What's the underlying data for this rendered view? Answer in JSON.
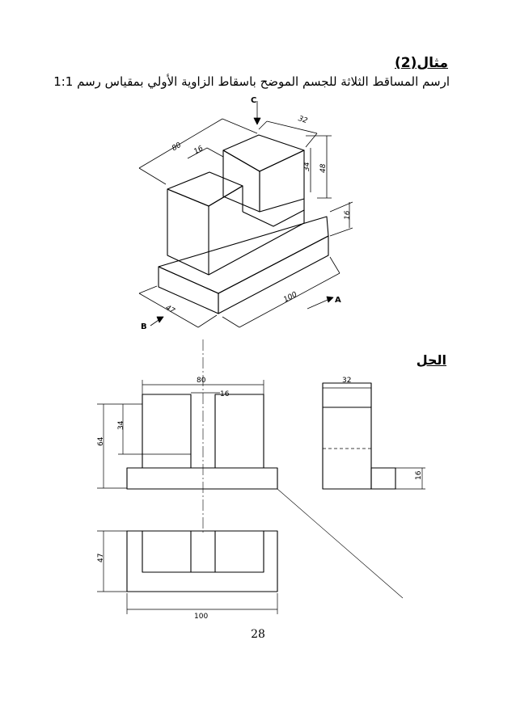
{
  "heading": "مثال(2)",
  "task_text": "ارسم المساقط الثلاثة للجسم الموضح باسقاط الزاوية الأولي بمقياس رسم 1:1",
  "solution_title": "الحل",
  "page_number": "28",
  "isometric": {
    "view_c": "C",
    "view_a": "A",
    "view_b": "B",
    "dim_length": "100",
    "dim_width": "47",
    "dim_block_length": "80",
    "dim_slot": "16",
    "dim_top_depth": "32",
    "dim_height_total": "48",
    "dim_slot_depth": "34",
    "dim_base_height": "16"
  },
  "front_view": {
    "dim_width": "80",
    "dim_slot": "16",
    "dim_slot_depth": "34",
    "dim_height": "64"
  },
  "side_view": {
    "dim_depth": "32",
    "dim_base_height": "16"
  },
  "top_view": {
    "dim_width": "47",
    "dim_length": "100"
  }
}
